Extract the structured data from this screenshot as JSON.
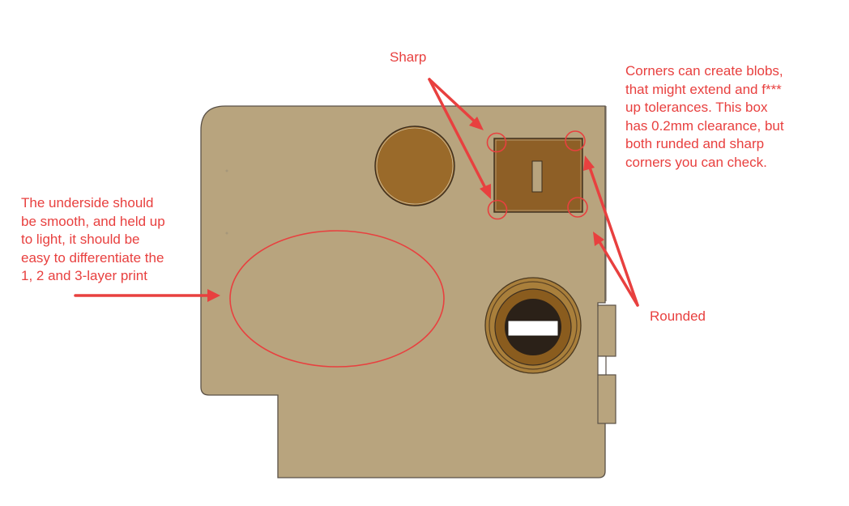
{
  "annotations": {
    "sharp": "Sharp",
    "rounded": "Rounded",
    "corners": "Corners can create blobs,\nthat might extend and f***\nup tolerances. This box\nhas 0.2mm clearance, but\nboth runded and sharp\ncorners you can check.",
    "underside": "The underside should\nbe smooth, and held up\nto light, it should be\neasy to differentiate the\n1, 2 and 3-layer print"
  },
  "colors": {
    "part_fill": "#b8a47e",
    "part_edge": "#5a5147",
    "round_boss": "#9a6a2a",
    "square_pocket": "#8e5f26",
    "annotation": "#e8403f"
  }
}
